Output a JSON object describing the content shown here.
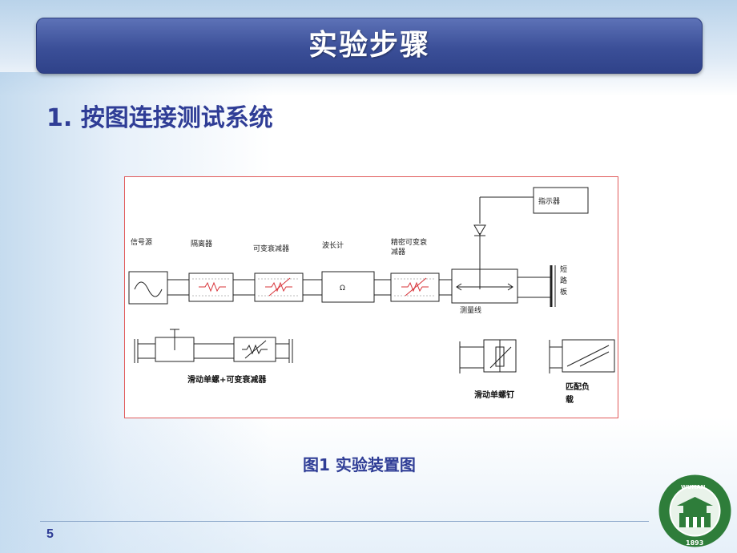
{
  "slide": {
    "title": "实验步骤",
    "heading": "1. 按图连接测试系统",
    "caption": "图1  实验装置图",
    "page_number": "5"
  },
  "diagram": {
    "labels": {
      "signal_source": "信号源",
      "isolator": "隔离器",
      "variable_attenuator": "可变衰减器",
      "wavemeter": "波长计",
      "precision_attenuator_1": "精密可变衰",
      "precision_attenuator_2": "减器",
      "indicator": "指示器",
      "measurement_line": "测量线",
      "short_plate_1": "短",
      "short_plate_2": "路",
      "short_plate_3": "板",
      "sliding_screw_attenuator": "滑动单螺+可变衰减器",
      "sliding_screw": "滑动单螺钉",
      "matched_load_1": "匹配负",
      "matched_load_2": "载",
      "wavemeter_symbol": "Ω"
    }
  },
  "logo": {
    "text_top": "WUHAN UNIVERSITY",
    "year": "1893",
    "colors": {
      "ring": "#2e7d3a",
      "inner": "#ffffff"
    }
  },
  "colors": {
    "title_bar": "#3b4f98",
    "heading": "#2f3d96",
    "figure_border": "#e15b5b",
    "resistor": "#d8343a"
  }
}
